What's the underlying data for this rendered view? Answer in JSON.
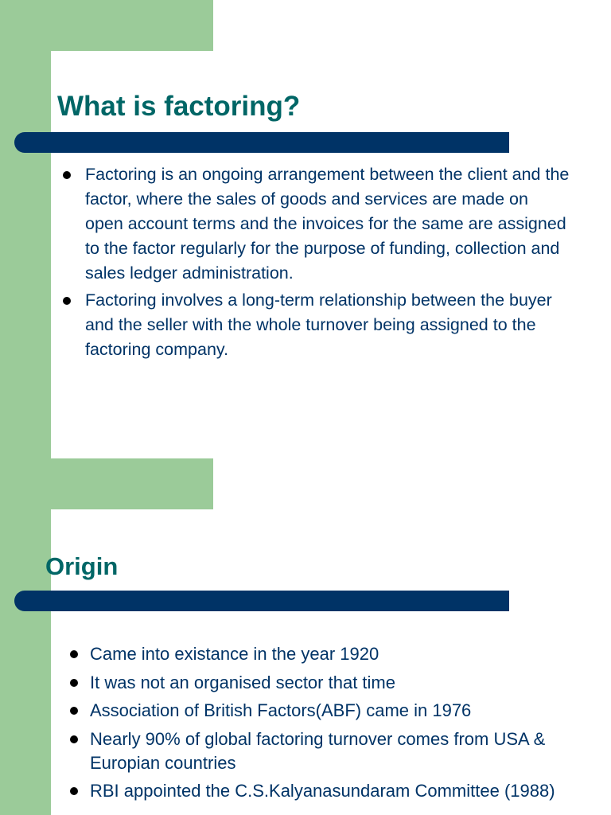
{
  "colors": {
    "green_accent": "#9bcb99",
    "title_teal": "#006666",
    "bar_navy": "#003366",
    "text_navy": "#003366",
    "background": "#ffffff"
  },
  "slides": [
    {
      "title": "What is factoring?",
      "bullets": [
        "Factoring is an ongoing arrangement between the client and the factor, where the sales of goods and services are made on open account terms and the invoices for the same are assigned to the factor regularly for the purpose of funding, collection and sales ledger administration.",
        "Factoring involves a long-term relationship between the buyer and the seller with the whole turnover being assigned to the factoring company."
      ]
    },
    {
      "title": "Origin",
      "bullets": [
        "Came into existance in the year 1920",
        "It was not an organised sector that time",
        "Association of British Factors(ABF) came in 1976",
        "Nearly 90% of global factoring turnover comes from USA & Europian countries",
        "RBI appointed the C.S.Kalyanasundaram Committee (1988)"
      ]
    }
  ]
}
